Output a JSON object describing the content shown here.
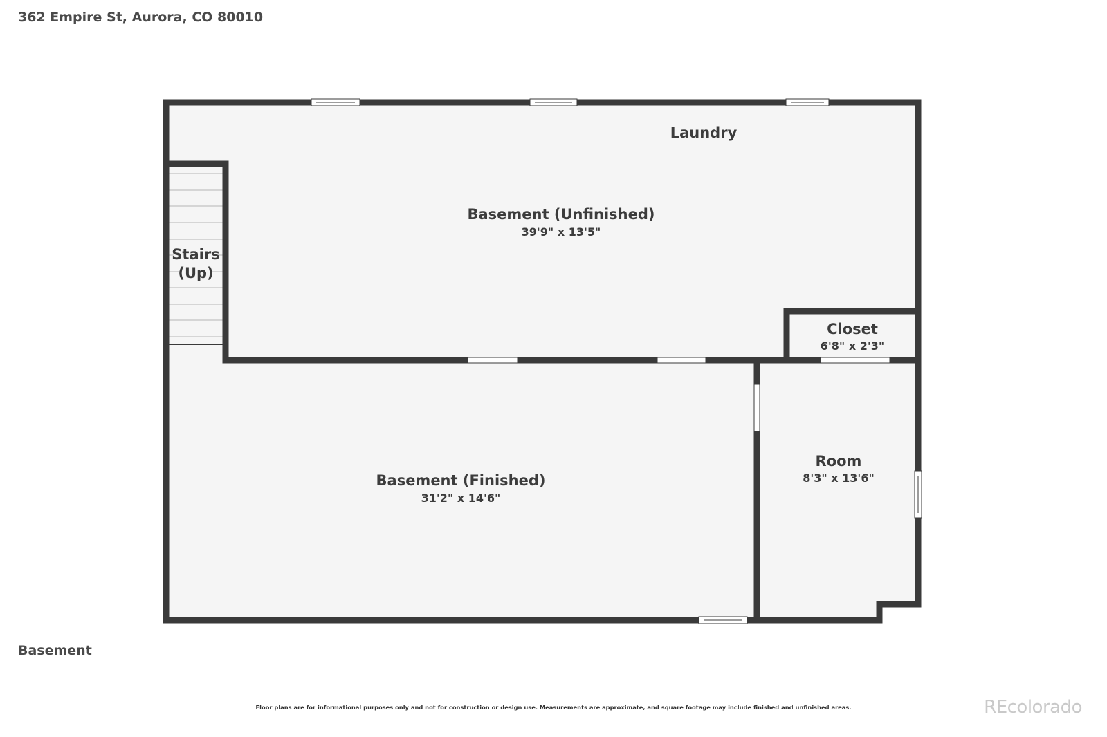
{
  "header": {
    "address": "362 Empire St, Aurora, CO 80010"
  },
  "floor": {
    "name": "Basement"
  },
  "rooms": {
    "laundry": {
      "name": "Laundry"
    },
    "basement_unfinished": {
      "name": "Basement (Unfinished)",
      "dims": "39'9\" x 13'5\""
    },
    "stairs": {
      "line1": "Stairs",
      "line2": "(Up)"
    },
    "closet": {
      "name": "Closet",
      "dims": "6'8\" x 2'3\""
    },
    "room": {
      "name": "Room",
      "dims": "8'3\" x 13'6\""
    },
    "basement_finished": {
      "name": "Basement (Finished)",
      "dims": "31'2\" x 14'6\""
    }
  },
  "footer": {
    "disclaimer": "Floor plans are for informational purposes only and not for construction or design use. Measurements are approximate, and square footage may include finished and unfinished areas.",
    "watermark": "REcolorado"
  },
  "colors": {
    "wall": "#3a3a3a",
    "floor": "#f5f5f5",
    "window": "#ffffff"
  }
}
